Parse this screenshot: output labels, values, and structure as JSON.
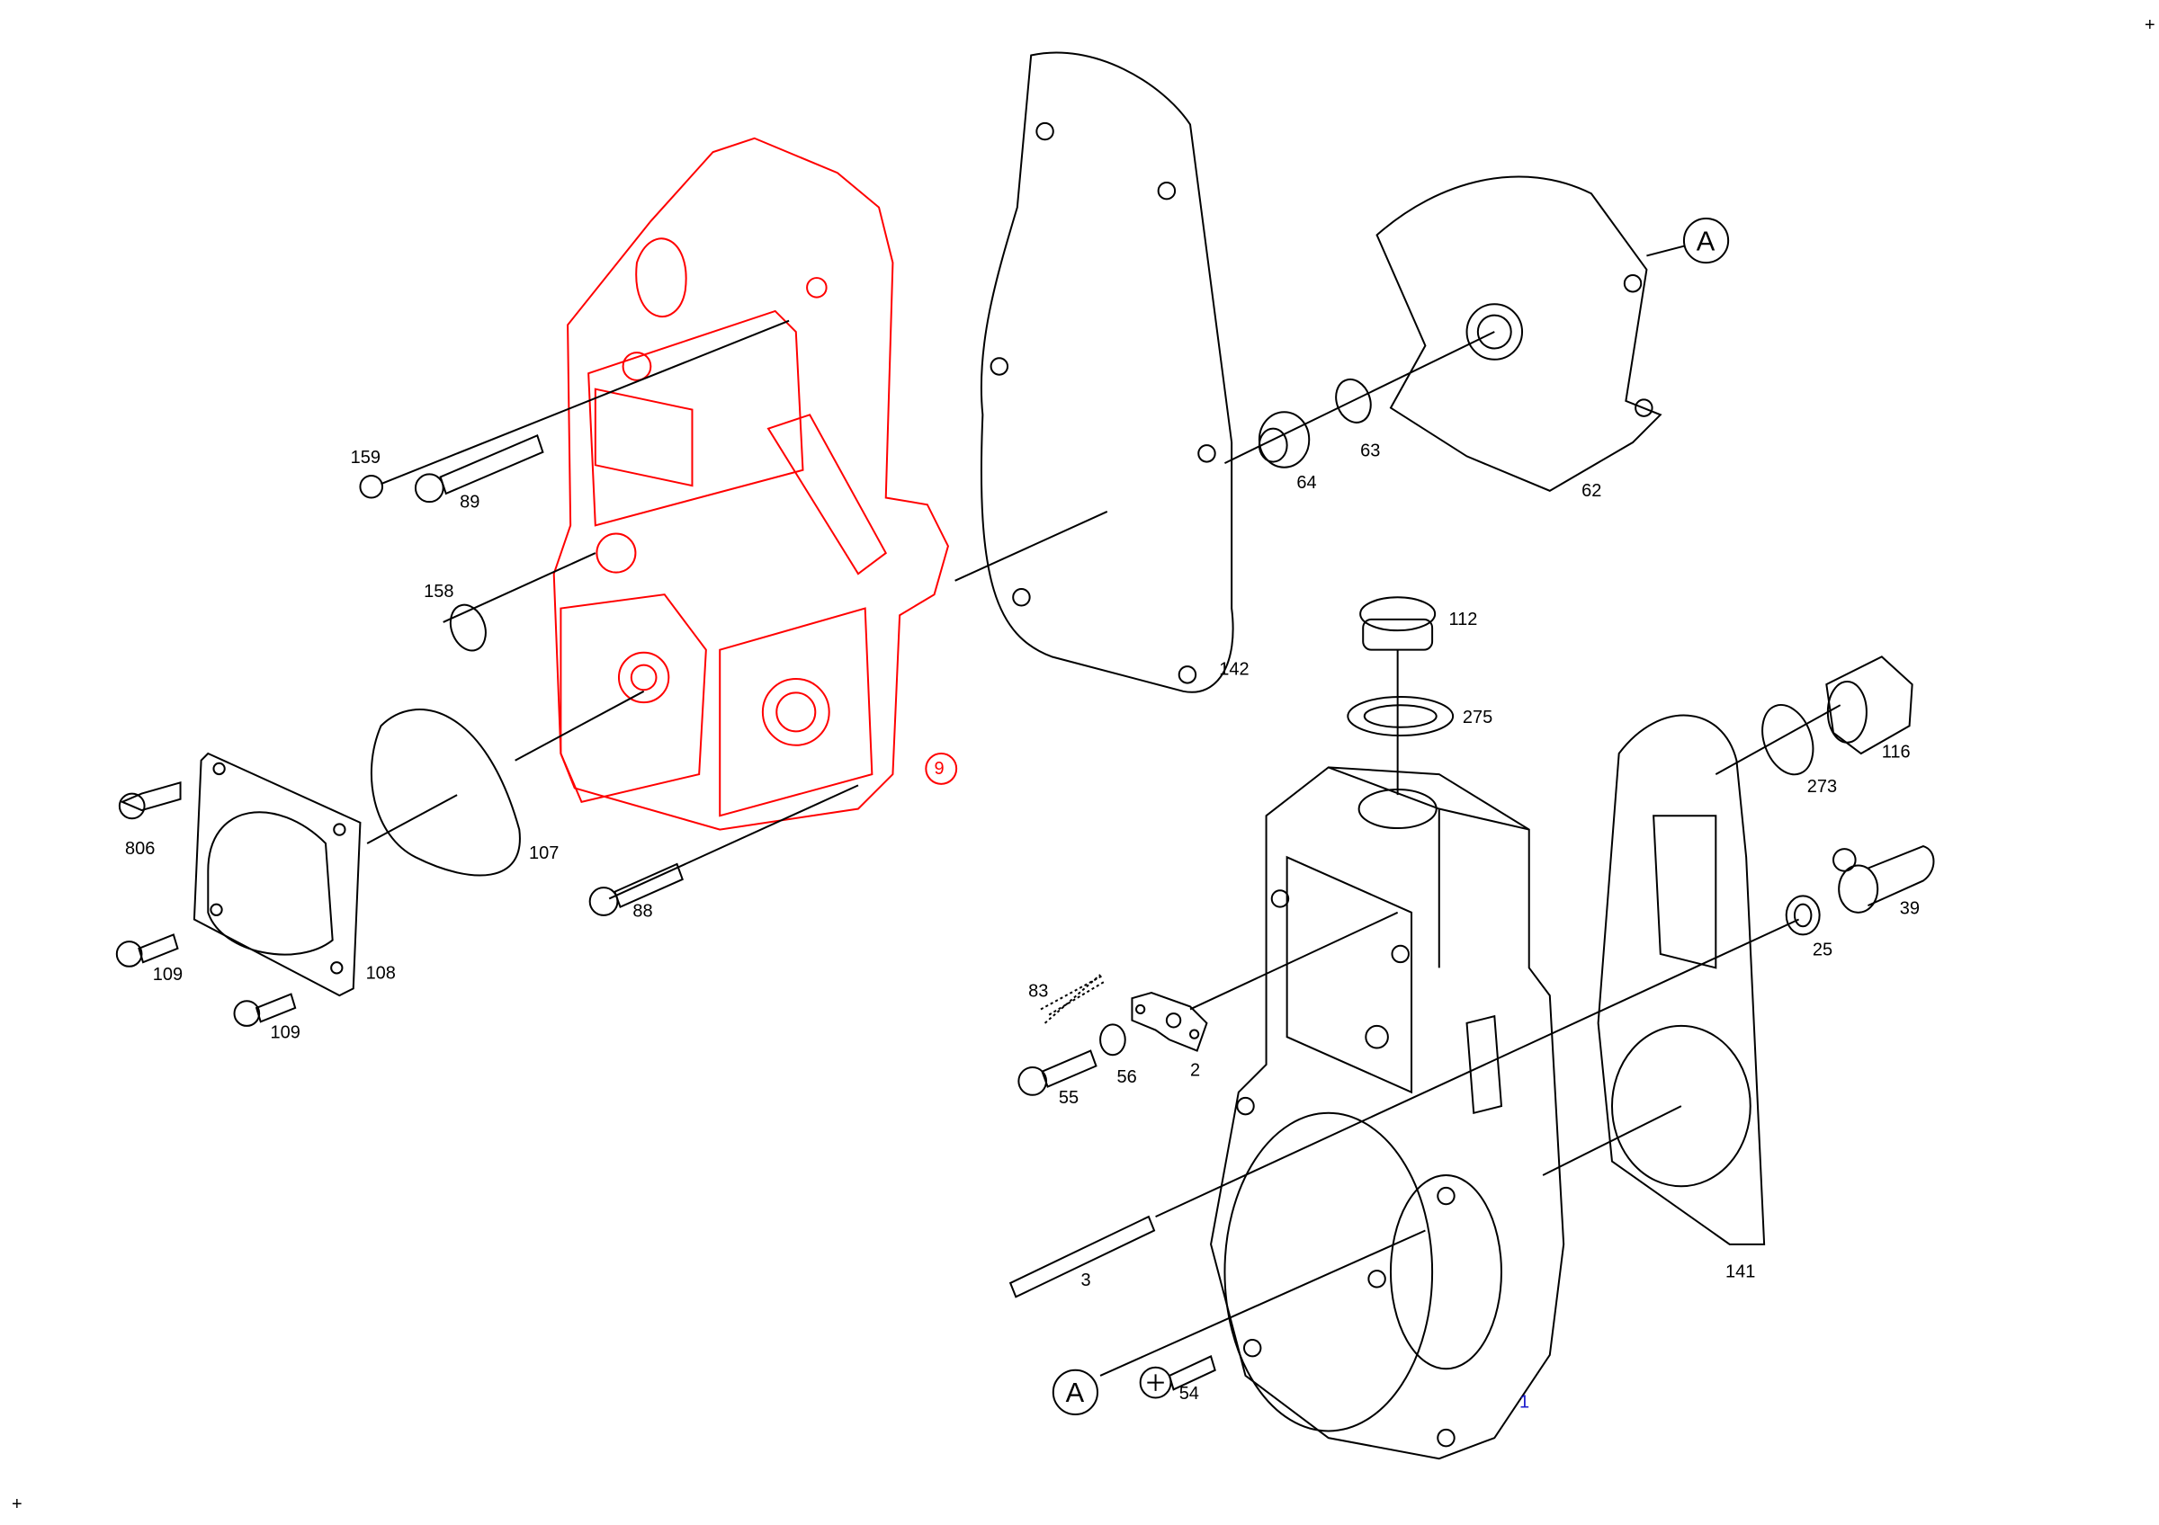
{
  "diagram": {
    "corner_marks": [
      "+",
      "+"
    ],
    "callouts": [
      {
        "id": "159",
        "text": "159"
      },
      {
        "id": "89",
        "text": "89"
      },
      {
        "id": "158",
        "text": "158"
      },
      {
        "id": "806",
        "text": "806"
      },
      {
        "id": "109a",
        "text": "109"
      },
      {
        "id": "109b",
        "text": "109"
      },
      {
        "id": "108",
        "text": "108"
      },
      {
        "id": "107",
        "text": "107"
      },
      {
        "id": "88",
        "text": "88"
      },
      {
        "id": "9",
        "text": "9",
        "color": "#ff0000"
      },
      {
        "id": "142",
        "text": "142"
      },
      {
        "id": "64",
        "text": "64"
      },
      {
        "id": "63",
        "text": "63"
      },
      {
        "id": "62",
        "text": "62"
      },
      {
        "id": "A1",
        "text": "A"
      },
      {
        "id": "112",
        "text": "112"
      },
      {
        "id": "275",
        "text": "275"
      },
      {
        "id": "116",
        "text": "116"
      },
      {
        "id": "273",
        "text": "273"
      },
      {
        "id": "39",
        "text": "39"
      },
      {
        "id": "25",
        "text": "25"
      },
      {
        "id": "83",
        "text": "83"
      },
      {
        "id": "2",
        "text": "2"
      },
      {
        "id": "55",
        "text": "55"
      },
      {
        "id": "56",
        "text": "56"
      },
      {
        "id": "3",
        "text": "3"
      },
      {
        "id": "141",
        "text": "141"
      },
      {
        "id": "A2",
        "text": "A"
      },
      {
        "id": "54",
        "text": "54"
      },
      {
        "id": "1",
        "text": "1",
        "color": "#1a1acc"
      }
    ]
  }
}
